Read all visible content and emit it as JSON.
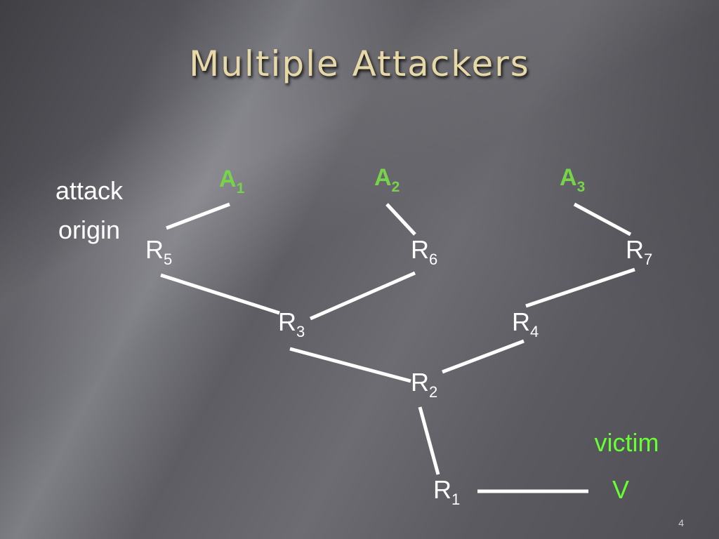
{
  "title": "Multiple Attackers",
  "attack_origin_label": [
    "attack",
    "origin"
  ],
  "victim_label": "victim",
  "page_number": "4",
  "nodes": {
    "A1": {
      "letter": "A",
      "sub": "1"
    },
    "A2": {
      "letter": "A",
      "sub": "2"
    },
    "A3": {
      "letter": "A",
      "sub": "3"
    },
    "R1": {
      "letter": "R",
      "sub": "1"
    },
    "R2": {
      "letter": "R",
      "sub": "2"
    },
    "R3": {
      "letter": "R",
      "sub": "3"
    },
    "R4": {
      "letter": "R",
      "sub": "4"
    },
    "R5": {
      "letter": "R",
      "sub": "5"
    },
    "R6": {
      "letter": "R",
      "sub": "6"
    },
    "R7": {
      "letter": "R",
      "sub": "7"
    },
    "V": {
      "letter": "V",
      "sub": ""
    }
  },
  "edges": [
    [
      "A1",
      "R5"
    ],
    [
      "A2",
      "R6"
    ],
    [
      "A3",
      "R7"
    ],
    [
      "R5",
      "R3"
    ],
    [
      "R6",
      "R3"
    ],
    [
      "R7",
      "R4"
    ],
    [
      "R3",
      "R2"
    ],
    [
      "R4",
      "R2"
    ],
    [
      "R2",
      "R1"
    ],
    [
      "R1",
      "V"
    ]
  ],
  "colors": {
    "title": "#e7d9a7",
    "attacker": "#77d34a",
    "victim": "#66ff33",
    "router": "#ffffff",
    "edge": "#ffffff"
  }
}
